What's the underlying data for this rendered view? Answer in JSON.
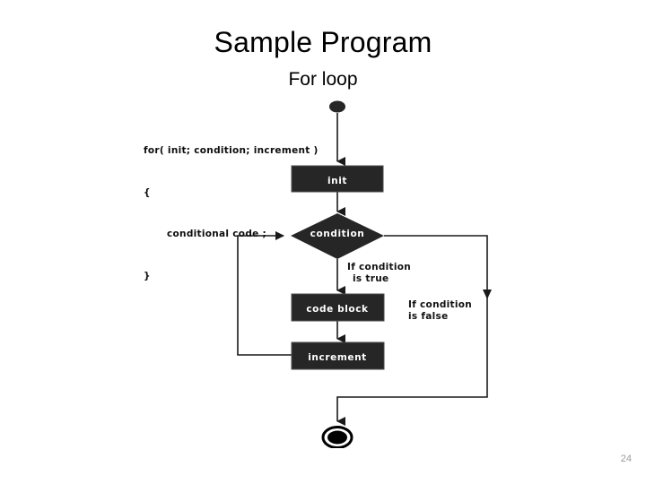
{
  "slide": {
    "title": "Sample Program",
    "subtitle": "For loop",
    "page_number": "24"
  },
  "code": {
    "line1": "for( init; condition; increment )",
    "line2": "{",
    "line3": "conditional code ;",
    "line4": "}"
  },
  "flowchart": {
    "type": "activity-diagram",
    "node_fill": "#262626",
    "node_text_color": "#ffffff",
    "edge_color": "#1a1a1a",
    "nodes": [
      {
        "id": "start",
        "kind": "initial-node",
        "label": ""
      },
      {
        "id": "init",
        "kind": "action",
        "label": "init"
      },
      {
        "id": "condition",
        "kind": "decision",
        "label": "condition"
      },
      {
        "id": "codeblock",
        "kind": "action",
        "label": "code block"
      },
      {
        "id": "increment",
        "kind": "action",
        "label": "increment"
      },
      {
        "id": "end",
        "kind": "final-node",
        "label": ""
      }
    ],
    "edges": [
      {
        "from": "start",
        "to": "init",
        "label": ""
      },
      {
        "from": "init",
        "to": "condition",
        "label": ""
      },
      {
        "from": "condition",
        "to": "codeblock",
        "label": "If condition is true"
      },
      {
        "from": "codeblock",
        "to": "increment",
        "label": ""
      },
      {
        "from": "increment",
        "to": "condition",
        "label": ""
      },
      {
        "from": "condition",
        "to": "end",
        "label": "If condition is false"
      }
    ],
    "labels": {
      "true_line1": "If condition",
      "true_line2": "is true",
      "false_line1": "If condition",
      "false_line2": "is false"
    }
  }
}
